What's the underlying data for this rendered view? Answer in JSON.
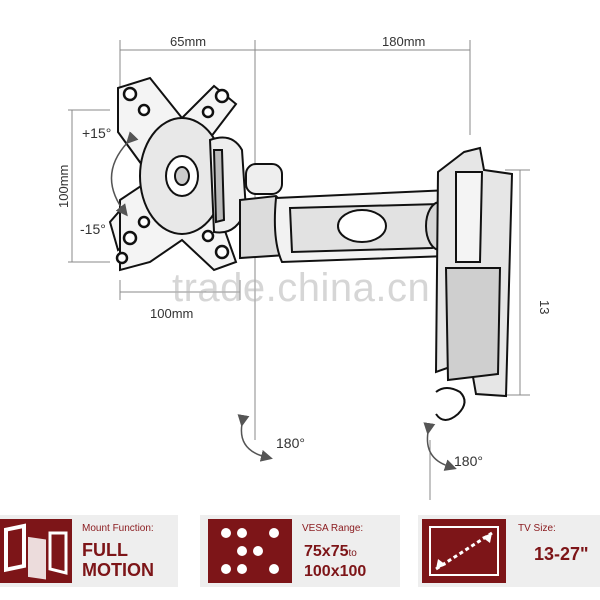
{
  "dimensions": {
    "top_left": "65mm",
    "top_right": "180mm",
    "left_vertical": "100mm",
    "bottom_horizontal": "100mm",
    "right_vertical": "13"
  },
  "tilt": {
    "up": "+15°",
    "down": "-15°"
  },
  "swivel": {
    "left": "180°",
    "right": "180°"
  },
  "watermark": "trade.china.cn",
  "features": [
    {
      "title": "Mount Function:",
      "value_line1": "FULL",
      "value_line2": "MOTION",
      "icon": "full-motion-icon"
    },
    {
      "title": "VESA Range:",
      "value_line1": "75x75",
      "value_suffix": "to",
      "value_line2": "100x100",
      "icon": "vesa-holes-icon"
    },
    {
      "title": "TV Size:",
      "value_line1": "13-27\"",
      "icon": "diagonal-size-icon"
    }
  ],
  "colors": {
    "accent": "#7d1518",
    "panel_bg": "#eeeeee"
  }
}
